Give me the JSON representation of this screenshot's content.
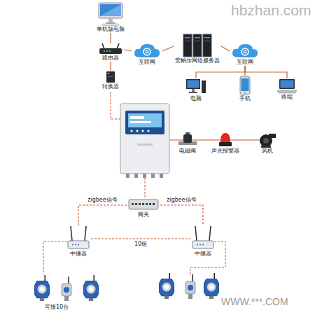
{
  "diagram": {
    "nodes": [
      {
        "text": [
          "单机版电脑"
        ]
      },
      {
        "text": [
          "路由器"
        ]
      },
      {
        "text": [
          "互联网"
        ]
      },
      {
        "text": [
          "安帕尔网络服务器"
        ]
      },
      {
        "text": [
          "互联网"
        ]
      },
      {
        "text": [
          "电脑"
        ]
      },
      {
        "text": [
          "手机"
        ]
      },
      {
        "text": [
          "终端"
        ]
      },
      {
        "text": [
          "转换器"
        ]
      },
      {
        "text": [
          "电磁阀"
        ]
      },
      {
        "text": [
          "声光报警器"
        ]
      },
      {
        "text": [
          "风机"
        ]
      },
      {
        "text": [
          "网关"
        ]
      },
      {
        "text": [
          "中继器"
        ]
      },
      {
        "text": [
          "中继器"
        ]
      }
    ],
    "edges": [
      {
        "from": 0,
        "to": 1,
        "arrow": "none"
      },
      {
        "from": 1,
        "to": 2,
        "arrow": "none"
      },
      {
        "from": 2,
        "to": 3,
        "arrow": "none"
      },
      {
        "from": 3,
        "to": 4,
        "arrow": "none"
      },
      {
        "from": 4,
        "to": 5,
        "arrow": "none"
      },
      {
        "from": 4,
        "to": 6,
        "arrow": "none"
      },
      {
        "from": 4,
        "to": 7,
        "arrow": "none"
      },
      {
        "from": 1,
        "to": 8,
        "arrow": "none"
      },
      {
        "from": 12,
        "to": 13,
        "label": "zigbee信号",
        "arrow": "none"
      },
      {
        "from": 12,
        "to": 14,
        "label": "zigbee信号",
        "arrow": "none"
      },
      {
        "from": 13,
        "to": 14,
        "label": "10组",
        "arrow": "none"
      }
    ],
    "labels": [
      "hbzhan.com",
      "可接10台",
      "WWW.***.COM"
    ]
  }
}
